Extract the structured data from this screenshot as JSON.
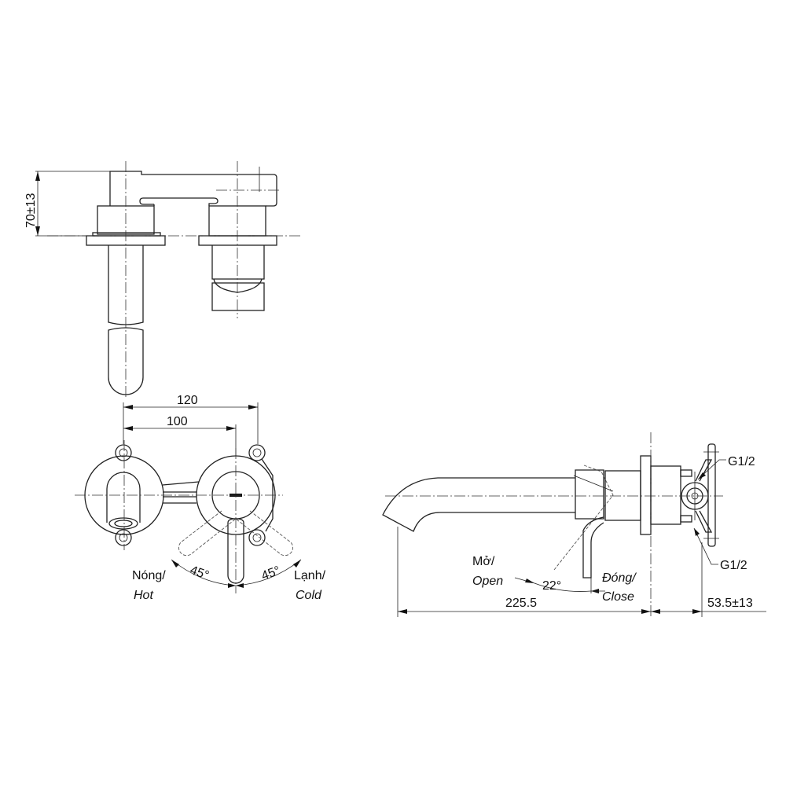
{
  "top_view": {
    "height_dim": "70±13"
  },
  "front_view": {
    "dim_outer": "120",
    "dim_inner": "100",
    "angle_left": "45°",
    "angle_right": "45°",
    "hot_vi": "Nóng/",
    "hot_en": "Hot",
    "cold_vi": "Lạnh/",
    "cold_en": "Cold"
  },
  "side_view": {
    "open_vi": "Mở/",
    "open_en": "Open",
    "angle": "22°",
    "close_vi": "Đóng/",
    "close_en": "Close",
    "dim_length": "225.5",
    "dim_depth": "53.5±13",
    "thread_top": "G1/2",
    "thread_bottom": "G1/2"
  }
}
